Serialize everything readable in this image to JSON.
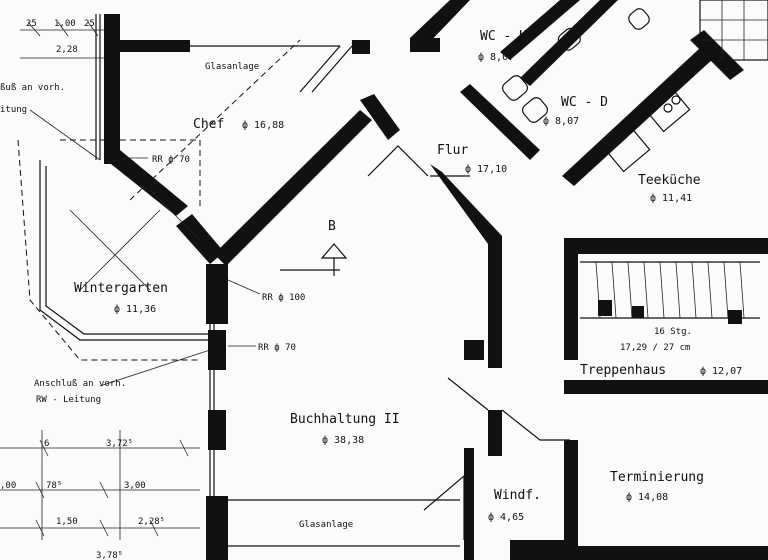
{
  "rooms": {
    "chef": {
      "name": "Chef",
      "area": "ф 16,88"
    },
    "flur": {
      "name": "Flur",
      "area": "ф 17,10"
    },
    "wch": {
      "name": "WC - H",
      "area": "ф 8,07"
    },
    "wcd": {
      "name": "WC - D",
      "area": "ф 8,07"
    },
    "teekueche": {
      "name": "Teeküche",
      "area": "ф 11,41"
    },
    "wintergarten": {
      "name": "Wintergarten",
      "area": "ф 11,36"
    },
    "treppenhaus": {
      "name": "Treppenhaus",
      "area": "ф 12,07"
    },
    "buchhaltung": {
      "name": "Buchhaltung II",
      "area": "ф 38,38"
    },
    "windf": {
      "name": "Windf.",
      "area": "ф 4,65"
    },
    "terminierung": {
      "name": "Terminierung",
      "area": "ф 14,08"
    }
  },
  "labels": {
    "glasanlage_top": "Glasanlage",
    "glasanlage_bottom": "Glasanlage",
    "rr70_top": "RR ф 70",
    "rr100": "RR ф 100",
    "rr70_mid": "RR ф 70",
    "anschluss_top_1": "ßuß an vorh.",
    "anschluss_top_2": "itung",
    "anschluss_bottom_1": "Anschluß an vorh.",
    "anschluss_bottom_2": "RW - Leitung",
    "stair_count": "16 Stg.",
    "stair_dims": "17,29 / 27 cm",
    "section_marker": "B"
  },
  "dimensions": {
    "top_row": [
      "25",
      "1,00",
      "25"
    ],
    "top_row2": "2,28",
    "d1": "6",
    "d2": "3,72⁵",
    "d3": ",00",
    "d4": "78⁵",
    "d5": "3,00",
    "d6": "1,50",
    "d7": "2,28⁵",
    "d8": "3,78⁵"
  }
}
